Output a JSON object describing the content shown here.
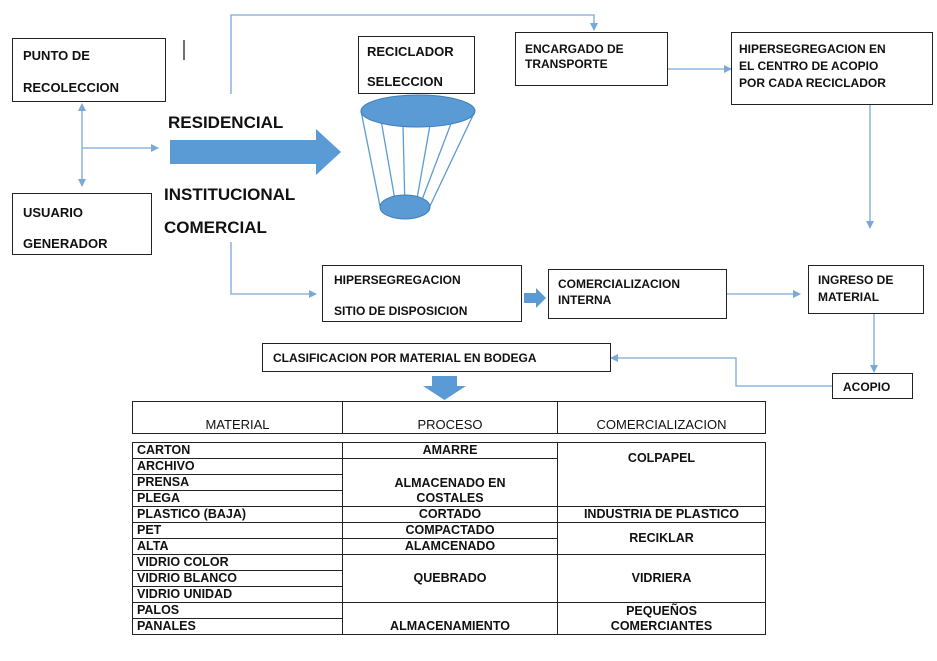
{
  "nodes": {
    "punto": {
      "line1": "PUNTO DE",
      "line2": "RECOLECCION"
    },
    "usuario": {
      "line1": "USUARIO",
      "line2": "GENERADOR"
    },
    "residencial": "RESIDENCIAL",
    "institucional": "INSTITUCIONAL",
    "comercial": "COMERCIAL",
    "reciclador": {
      "line1": "RECICLADOR",
      "line2": "SELECCION"
    },
    "transporte": {
      "line1": "ENCARGADO DE",
      "line2": "TRANSPORTE"
    },
    "centro": {
      "line1": "HIPERSEGREGACION EN",
      "line2": "EL CENTRO DE ACOPIO",
      "line3": "POR CADA RECICLADOR"
    },
    "sitio": {
      "line1": "HIPERSEGREGACION",
      "line2": "SITIO DE DISPOSICION"
    },
    "interna": {
      "line1": "COMERCIALIZACION",
      "line2": "INTERNA"
    },
    "ingreso": {
      "line1": "INGRESO DE",
      "line2": "MATERIAL"
    },
    "acopio": "ACOPIO",
    "clasificacion": "CLASIFICACION POR MATERIAL EN BODEGA"
  },
  "table": {
    "headers": {
      "material": "MATERIAL",
      "proceso": "PROCESO",
      "comercializacion": "COMERCIALIZACION"
    },
    "materials": [
      "CARTON",
      "ARCHIVO",
      "PRENSA",
      "PLEGA",
      "PLASTICO (BAJA)",
      "PET",
      "ALTA",
      "VIDRIO COLOR",
      "VIDRIO BLANCO",
      "VIDRIO UNIDAD",
      "PALOS",
      "PANALES"
    ],
    "procesos": {
      "amarre": "AMARRE",
      "almacenado_1": "ALMACENADO EN",
      "almacenado_2": "COSTALES",
      "cortado": "CORTADO",
      "compactado": "COMPACTADO",
      "alamcenado": "ALAMCENADO",
      "quebrado": "QUEBRADO",
      "almacenamiento": "ALMACENAMIENTO"
    },
    "comercializacion": {
      "colpapel": "COLPAPEL",
      "industria": "INDUSTRIA DE PLASTICO",
      "reciklar": "RECIKLAR",
      "vidriera": "VIDRIERA",
      "pequenos_1": "PEQUEÑOS",
      "pequenos_2": "COMERCIANTES"
    }
  },
  "colors": {
    "arrow": "#5b9bd5",
    "line": "#7aa9d8",
    "basket": "#5b9bd5"
  }
}
